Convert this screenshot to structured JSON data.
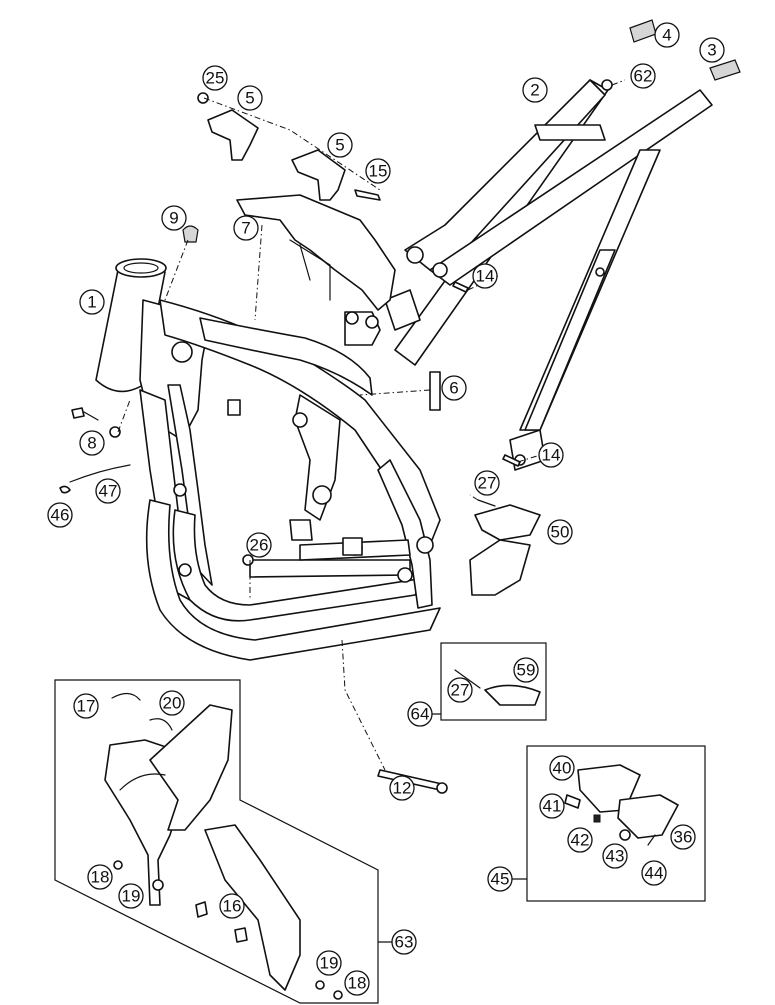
{
  "callouts": [
    {
      "id": "c1",
      "label": "1"
    },
    {
      "id": "c2",
      "label": "2"
    },
    {
      "id": "c3",
      "label": "3"
    },
    {
      "id": "c4",
      "label": "4"
    },
    {
      "id": "c5a",
      "label": "5"
    },
    {
      "id": "c5b",
      "label": "5"
    },
    {
      "id": "c6",
      "label": "6"
    },
    {
      "id": "c7",
      "label": "7"
    },
    {
      "id": "c8",
      "label": "8"
    },
    {
      "id": "c9",
      "label": "9"
    },
    {
      "id": "c12",
      "label": "12"
    },
    {
      "id": "c14a",
      "label": "14"
    },
    {
      "id": "c14b",
      "label": "14"
    },
    {
      "id": "c15",
      "label": "15"
    },
    {
      "id": "c16",
      "label": "16"
    },
    {
      "id": "c17",
      "label": "17"
    },
    {
      "id": "c18a",
      "label": "18"
    },
    {
      "id": "c18b",
      "label": "18"
    },
    {
      "id": "c19a",
      "label": "19"
    },
    {
      "id": "c19b",
      "label": "19"
    },
    {
      "id": "c20",
      "label": "20"
    },
    {
      "id": "c25",
      "label": "25"
    },
    {
      "id": "c26",
      "label": "26"
    },
    {
      "id": "c27a",
      "label": "27"
    },
    {
      "id": "c27b",
      "label": "27"
    },
    {
      "id": "c36",
      "label": "36"
    },
    {
      "id": "c40",
      "label": "40"
    },
    {
      "id": "c41",
      "label": "41"
    },
    {
      "id": "c42",
      "label": "42"
    },
    {
      "id": "c43",
      "label": "43"
    },
    {
      "id": "c44",
      "label": "44"
    },
    {
      "id": "c45",
      "label": "45"
    },
    {
      "id": "c46",
      "label": "46"
    },
    {
      "id": "c47",
      "label": "47"
    },
    {
      "id": "c50",
      "label": "50"
    },
    {
      "id": "c59",
      "label": "59"
    },
    {
      "id": "c62",
      "label": "62"
    },
    {
      "id": "c63",
      "label": "63"
    },
    {
      "id": "c64",
      "label": "64"
    }
  ],
  "icons": {
    "main_frame": "frame-icon",
    "subframe": "subframe-icon",
    "frame_protector": "frame-guard-icon",
    "footpeg": "footpeg-icon"
  }
}
